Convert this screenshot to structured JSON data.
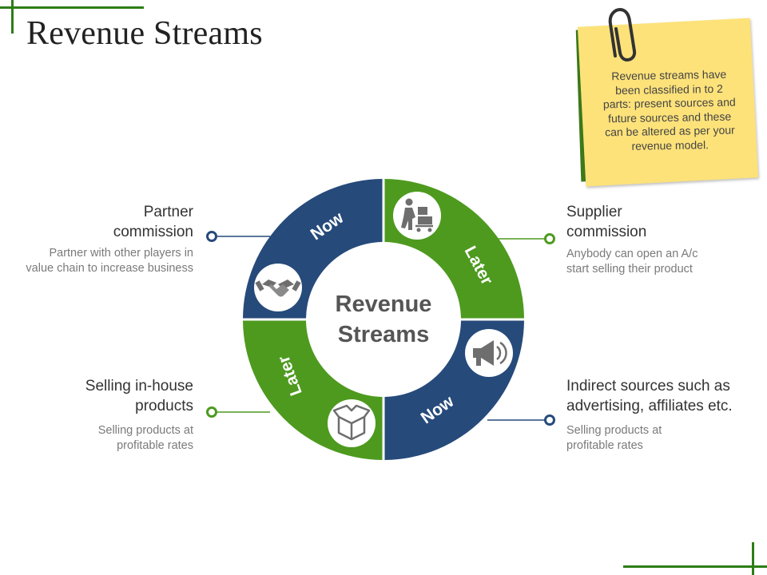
{
  "title": "Revenue Streams",
  "note": {
    "text": "Revenue streams have been classified in to 2 parts: present sources and future sources and these can be altered as per your revenue model."
  },
  "center": {
    "line1": "Revenue",
    "line2": "Streams"
  },
  "segments": [
    {
      "label": "Now",
      "icon": "handshake-icon",
      "color": "#264a7a"
    },
    {
      "label": "Later",
      "icon": "delivery-cart-icon",
      "color": "#4e9a1f"
    },
    {
      "label": "Now",
      "icon": "megaphone-icon",
      "color": "#264a7a"
    },
    {
      "label": "Later",
      "icon": "box-icon",
      "color": "#4e9a1f"
    }
  ],
  "items": {
    "partner": {
      "title_line1": "Partner",
      "title_line2": "commission",
      "desc_line1": "Partner with other players in",
      "desc_line2": "value chain to increase business"
    },
    "supplier": {
      "title_line1": "Supplier",
      "title_line2": "commission",
      "desc_line1": "Anybody can open an A/c",
      "desc_line2": "start selling their product"
    },
    "selling": {
      "title_line1": "Selling in-house",
      "title_line2": "products",
      "desc_line1": "Selling products at",
      "desc_line2": "profitable rates"
    },
    "indirect": {
      "title_line1": "Indirect sources such as",
      "title_line2": "advertising, affiliates etc.",
      "desc_line1": "Selling products at",
      "desc_line2": "profitable rates"
    }
  },
  "colors": {
    "green": "#4e9a1f",
    "navy": "#264a7a",
    "accent_dark_green": "#2e7d17",
    "note_yellow": "#fde27a"
  }
}
